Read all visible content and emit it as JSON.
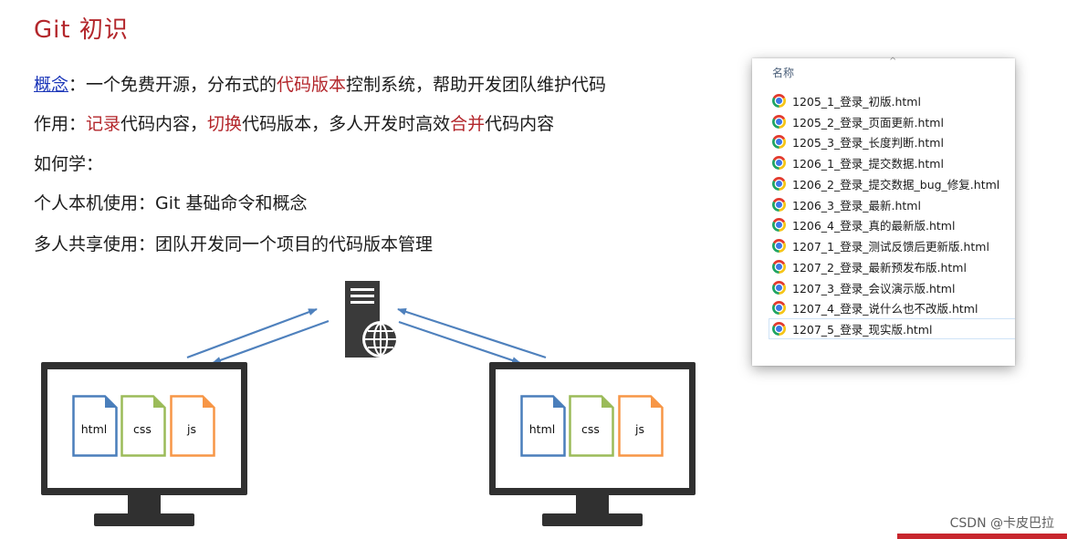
{
  "title": "Git 初识",
  "lines": {
    "concept": {
      "link": "概念",
      "p1": "：一个免费开源，分布式的",
      "h1": "代码版本",
      "p2": "控制系统，帮助开发团队维护代码"
    },
    "usage": {
      "p1": "作用：",
      "h1": "记录",
      "p2": "代码内容，",
      "h2": "切换",
      "p3": "代码版本，多人开发时高效",
      "h3": "合并",
      "p4": "代码内容"
    },
    "how": "如何学：",
    "personal": "个人本机使用：Git 基础命令和概念",
    "team": "多人共享使用：团队开发同一个项目的代码版本管理"
  },
  "explorer": {
    "header": "名称",
    "caret": "^",
    "files": [
      "1205_1_登录_初版.html",
      "1205_2_登录_页面更新.html",
      "1205_3_登录_长度判断.html",
      "1206_1_登录_提交数据.html",
      "1206_2_登录_提交数据_bug_修复.html",
      "1206_3_登录_最新.html",
      "1206_4_登录_真的最新版.html",
      "1207_1_登录_测试反馈后更新版.html",
      "1207_2_登录_最新预发布版.html",
      "1207_3_登录_会议演示版.html",
      "1207_4_登录_说什么也不改版.html",
      "1207_5_登录_现实版.html"
    ],
    "selected_index": 11
  },
  "diagram": {
    "left_docs": [
      "html",
      "css",
      "js"
    ],
    "right_docs": [
      "html",
      "css",
      "js"
    ],
    "doc_colors": [
      "#4a7ebb",
      "#9bbb59",
      "#f79646"
    ],
    "arrow_color": "#4f81bd"
  },
  "watermark": "CSDN @卡皮巴拉",
  "colors": {
    "accent": "#b3262b",
    "link": "#1a35b8"
  }
}
